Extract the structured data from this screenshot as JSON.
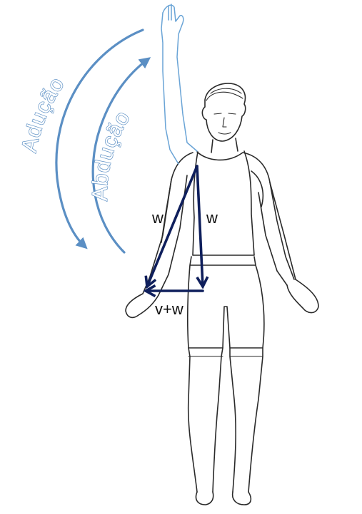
{
  "labels": {
    "aducao": "Adução",
    "abducao": "Abdução",
    "w_left": "w",
    "w_right": "w",
    "v_plus_w": "v+w"
  },
  "colors": {
    "arc": "#5b8fc4",
    "raised_arm": "#6aa4d6",
    "vector": "#0f1f5c",
    "figure_outline": "#2a2a2a"
  }
}
